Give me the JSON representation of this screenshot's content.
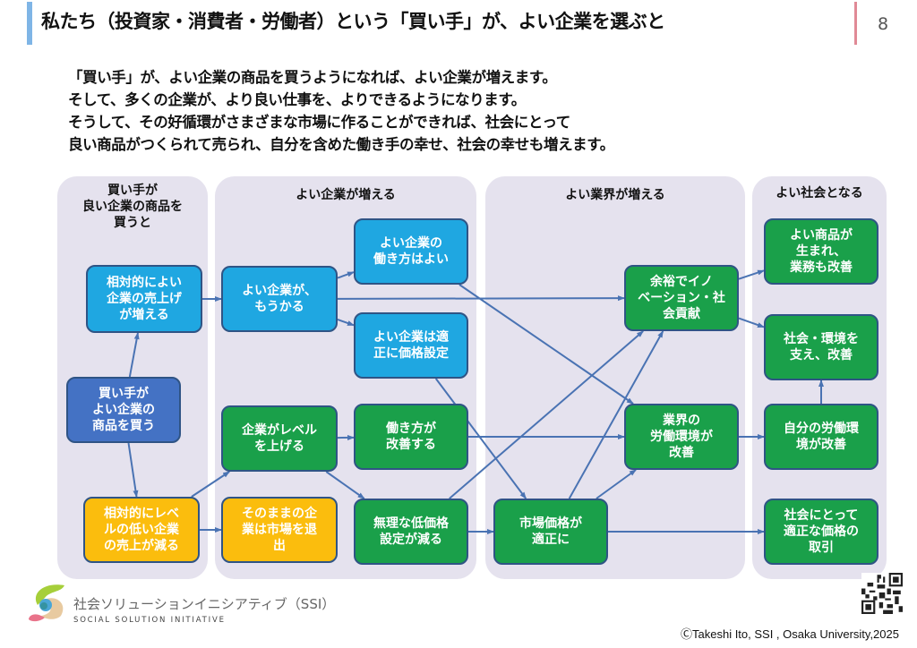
{
  "header": {
    "title": "私たち（投資家・消費者・労働者）という「買い手」が、よい企業を選ぶと",
    "page_number": "8"
  },
  "intro": [
    "「買い手」が、よい企業の商品を買うようになれば、よい企業が増えます。",
    "そして、多くの企業が、より良い仕事を、よりできるようになります。",
    "そうして、その好循環がさまざまな市場に作ることができれば、社会にとって",
    "良い商品がつくられて売られ、自分を含めた働き手の幸せ、社会の幸せも増えます。"
  ],
  "lanes": [
    {
      "id": "buyers",
      "title_lines": [
        "買い手が",
        "良い企業の商品を",
        "買うと"
      ]
    },
    {
      "id": "companies",
      "title_lines": [
        "よい企業が増える"
      ]
    },
    {
      "id": "industries",
      "title_lines": [
        "よい業界が増える"
      ]
    },
    {
      "id": "society",
      "title_lines": [
        "よい社会となる"
      ]
    }
  ],
  "nodes": {
    "n1": {
      "lines": [
        "相対的によい",
        "企業の売上げ",
        "が増える"
      ],
      "color": "cyan"
    },
    "n2": {
      "lines": [
        "買い手が",
        "よい企業の",
        "商品を買う"
      ],
      "color": "navy"
    },
    "n3": {
      "lines": [
        "相対的にレベ",
        "ルの低い企業",
        "の売上が減る"
      ],
      "color": "orange"
    },
    "n4": {
      "lines": [
        "よい企業が、",
        "もうかる"
      ],
      "color": "cyan"
    },
    "n5": {
      "lines": [
        "よい企業の",
        "働き方はよい"
      ],
      "color": "cyan"
    },
    "n6": {
      "lines": [
        "よい企業は適",
        "正に価格設定"
      ],
      "color": "cyan"
    },
    "n7": {
      "lines": [
        "企業がレベル",
        "を上げる"
      ],
      "color": "green"
    },
    "n8": {
      "lines": [
        "働き方が",
        "改善する"
      ],
      "color": "green"
    },
    "n9": {
      "lines": [
        "そのままの企",
        "業は市場を退",
        "出"
      ],
      "color": "orange"
    },
    "n10": {
      "lines": [
        "無理な低価格",
        "設定が減る"
      ],
      "color": "green"
    },
    "n11": {
      "lines": [
        "市場価格が",
        "適正に"
      ],
      "color": "green"
    },
    "n12": {
      "lines": [
        "余裕でイノ",
        "ベーション・社",
        "会貢献"
      ],
      "color": "green"
    },
    "n13": {
      "lines": [
        "業界の",
        "労働環境が",
        "改善"
      ],
      "color": "green"
    },
    "n14": {
      "lines": [
        "よい商品が",
        "生まれ、",
        "業務も改善"
      ],
      "color": "green"
    },
    "n15": {
      "lines": [
        "社会・環境を",
        "支え、改善"
      ],
      "color": "green"
    },
    "n16": {
      "lines": [
        "自分の労働環",
        "境が改善"
      ],
      "color": "green"
    },
    "n17": {
      "lines": [
        "社会にとって",
        "適正な価格の",
        "取引"
      ],
      "color": "green"
    }
  },
  "edges": [
    [
      "n2",
      "n1"
    ],
    [
      "n2",
      "n3"
    ],
    [
      "n1",
      "n4"
    ],
    [
      "n4",
      "n5"
    ],
    [
      "n4",
      "n6"
    ],
    [
      "n4",
      "n12"
    ],
    [
      "n3",
      "n7"
    ],
    [
      "n3",
      "n9"
    ],
    [
      "n7",
      "n8"
    ],
    [
      "n7",
      "n10"
    ],
    [
      "n5",
      "n13"
    ],
    [
      "n6",
      "n11"
    ],
    [
      "n8",
      "n13"
    ],
    [
      "n10",
      "n11"
    ],
    [
      "n10",
      "n12"
    ],
    [
      "n11",
      "n12"
    ],
    [
      "n11",
      "n13"
    ],
    [
      "n11",
      "n17"
    ],
    [
      "n12",
      "n14"
    ],
    [
      "n12",
      "n15"
    ],
    [
      "n13",
      "n16"
    ],
    [
      "n16",
      "n15"
    ]
  ],
  "colors": {
    "cyan": "#1fa7e1",
    "green": "#1aa04a",
    "navy": "#4472c4",
    "orange": "#fbbd0d",
    "node_border": "#2f5485",
    "arrow": "#4a73b3",
    "lane_bg": "#e5e2ee",
    "title_accent": "#7fb5e6",
    "page_accent": "#e08a96"
  },
  "footer": {
    "logo_name_jp": "社会ソリューションイニシアティブ（SSI）",
    "logo_name_en": "SOCIAL SOLUTION INITIATIVE",
    "copyright": "ⒸTakeshi Ito, SSI , Osaka University,2025"
  }
}
